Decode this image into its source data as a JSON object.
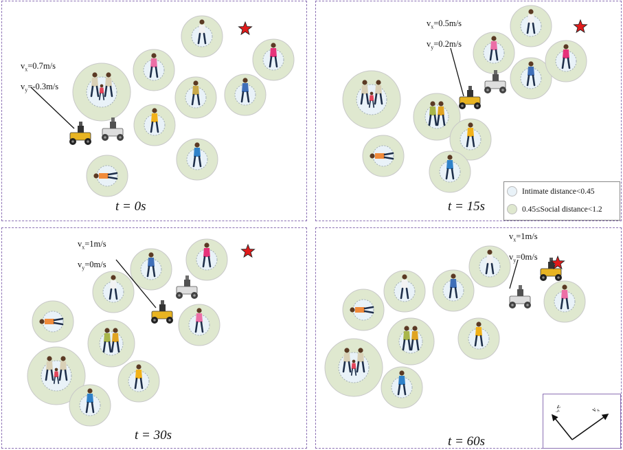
{
  "panels": [
    {
      "time": "t = 0s",
      "vx": "=0.7m/s",
      "vy": "=-0.3m/s"
    },
    {
      "time": "t = 15s",
      "vx": "=0.5m/s",
      "vy": "=0.2m/s"
    },
    {
      "time": "t = 30s",
      "vx": "=1m/s",
      "vy": "=0m/s"
    },
    {
      "time": "t = 60s",
      "vx": "=1m/s",
      "vy": "=0m/s"
    }
  ],
  "velocity_symbols": {
    "x": "v",
    "x_sub": "x",
    "y": "v",
    "y_sub": "y"
  },
  "legend": {
    "intimate": "Intimate distance<0.45",
    "social": "0.45≤Social distance<1.2"
  },
  "axes": {
    "y": "v",
    "y_sub": "y",
    "x": "v",
    "x_sub": "x"
  },
  "colors": {
    "social_zone": "#dfe8cf",
    "intimate_zone": "#e9f2f8",
    "zone_border": "#c8c8c8",
    "goal_star": "#e11b1b",
    "panel_border": "#8a6fb3",
    "robot": "#e8b422"
  },
  "icons": {
    "goal": "star-icon",
    "robot": "robot-icon",
    "pedestrian": "pedestrian-icon"
  }
}
